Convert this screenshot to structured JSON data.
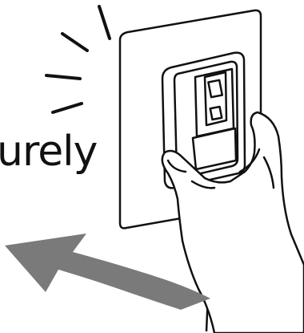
{
  "illustration": {
    "caption_text": "urely",
    "colors": {
      "ink": "#111111",
      "arrow_fill": "#7a7a7a",
      "background": "#ffffff"
    },
    "icons": {
      "emphasis_marks": "motion-lines",
      "arrow": "push-direction-arrow",
      "hand": "hand-pressing-plug",
      "plug": "plug-with-switch",
      "outlet": "wall-outlet-plate",
      "cord": "power-cord"
    }
  }
}
